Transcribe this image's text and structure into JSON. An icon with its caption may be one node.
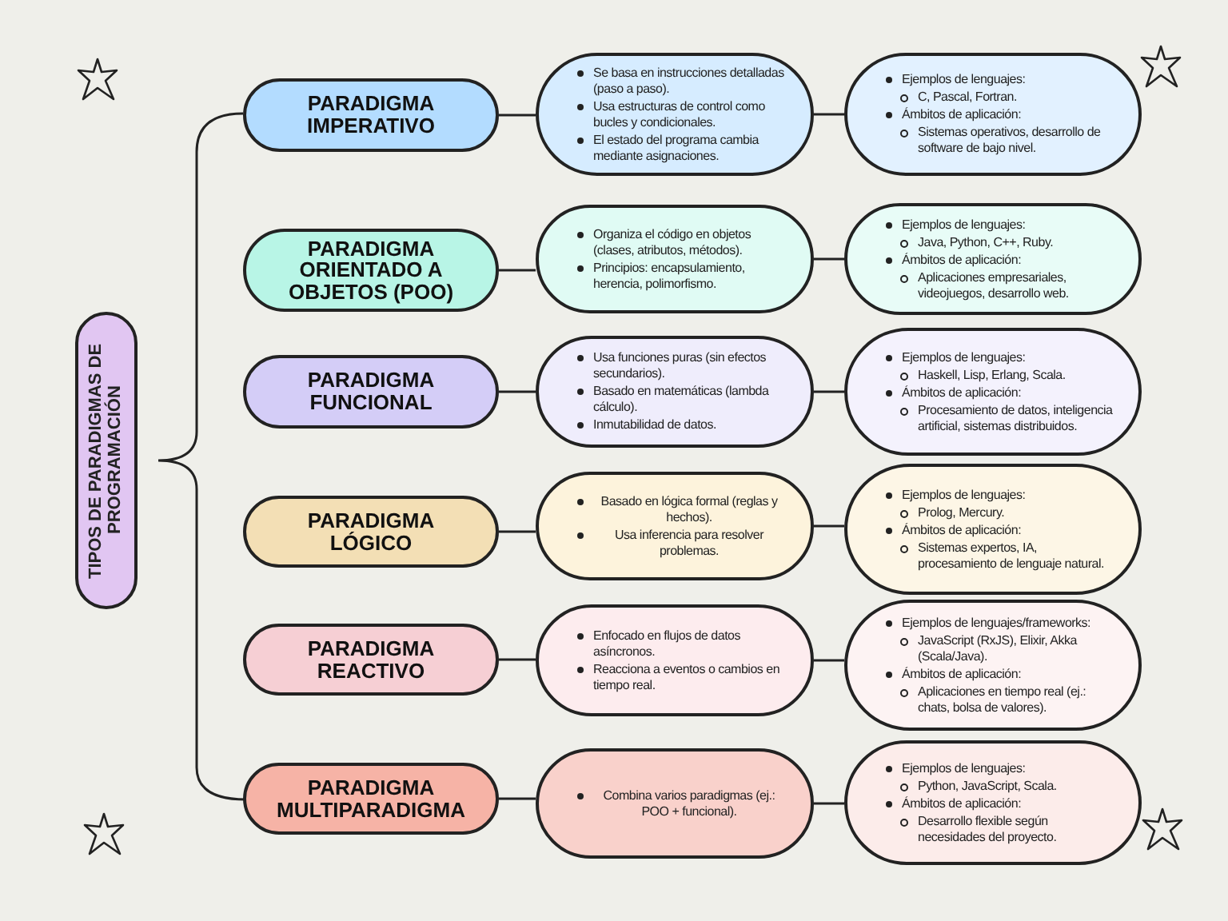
{
  "diagram": {
    "nodes": [
      {
        "text": [
          "TIPOS DE PARADIGMAS DE PROGRAMACIÓN"
        ]
      },
      {
        "text": [
          "PARADIGMA IMPERATIVO"
        ]
      },
      {
        "text": [
          "Se basa en instrucciones detalladas (paso a paso).",
          "Usa estructuras de control como bucles y condicionales.",
          "El estado del programa cambia mediante asignaciones."
        ]
      },
      {
        "text": [
          "Ejemplos de lenguajes:",
          "C, Pascal, Fortran.",
          "Ámbitos de aplicación:",
          "Sistemas operativos, desarrollo de software de bajo nivel."
        ]
      },
      {
        "text": [
          "PARADIGMA ORIENTADO A OBJETOS (POO)"
        ]
      },
      {
        "text": [
          "Organiza el código en objetos (clases, atributos, métodos).",
          "Principios: encapsulamiento, herencia, polimorfismo."
        ]
      },
      {
        "text": [
          "Ejemplos de lenguajes:",
          "Java, Python, C++, Ruby.",
          "Ámbitos de aplicación:",
          "Aplicaciones empresariales, videojuegos, desarrollo web."
        ]
      },
      {
        "text": [
          "PARADIGMA FUNCIONAL"
        ]
      },
      {
        "text": [
          "Usa funciones puras (sin efectos secundarios).",
          "Basado en matemáticas (lambda cálculo).",
          "Inmutabilidad de datos."
        ]
      },
      {
        "text": [
          "Ejemplos de lenguajes:",
          "Haskell, Lisp, Erlang, Scala.",
          "Ámbitos de aplicación:",
          "Procesamiento de datos, inteligencia artificial, sistemas distribuidos."
        ]
      },
      {
        "text": [
          "PARADIGMA LÓGICO"
        ]
      },
      {
        "text": [
          "Basado en lógica formal (reglas y hechos).",
          "Usa inferencia para resolver problemas."
        ]
      },
      {
        "text": [
          "Ejemplos de lenguajes:",
          "Prolog, Mercury.",
          "Ámbitos de aplicación:",
          "Sistemas expertos, IA, procesamiento de lenguaje natural."
        ]
      },
      {
        "text": [
          "PARADIGMA REACTIVO"
        ]
      },
      {
        "text": [
          "Enfocado en flujos de datos asíncronos.",
          "Reacciona a eventos o cambios en tiempo real."
        ]
      },
      {
        "text": [
          "Ejemplos de lenguajes/frameworks:",
          "JavaScript (RxJS), Elixir, Akka (Scala/Java).",
          "Ámbitos de aplicación:",
          "Aplicaciones en tiempo real (ej.: chats, bolsa de valores)."
        ]
      },
      {
        "text": [
          "PARADIGMA MULTIPARADIGMA"
        ]
      },
      {
        "text": [
          "Combina varios paradigmas (ej.: POO + funcional)."
        ]
      },
      {
        "text": [
          "Ejemplos de lenguajes:",
          "Python, JavaScript, Scala.",
          "Ámbitos de aplicación:",
          "Desarrollo flexible según necesidades del proyecto."
        ]
      }
    ],
    "edges": [
      {
        "from": 1,
        "to": 2,
        "arrow": "none"
      },
      {
        "from": 2,
        "to": 3,
        "arrow": "none"
      },
      {
        "from": 4,
        "to": 5,
        "arrow": "none"
      },
      {
        "from": 5,
        "to": 6,
        "arrow": "none"
      },
      {
        "from": 7,
        "to": 8,
        "arrow": "none"
      },
      {
        "from": 8,
        "to": 9,
        "arrow": "none"
      },
      {
        "from": 10,
        "to": 11,
        "arrow": "none"
      },
      {
        "from": 11,
        "to": 12,
        "arrow": "none"
      },
      {
        "from": 13,
        "to": 14,
        "arrow": "none"
      },
      {
        "from": 14,
        "to": 15,
        "arrow": "none"
      },
      {
        "from": 16,
        "to": 17,
        "arrow": "none"
      },
      {
        "from": 17,
        "to": 18,
        "arrow": "none"
      }
    ]
  }
}
